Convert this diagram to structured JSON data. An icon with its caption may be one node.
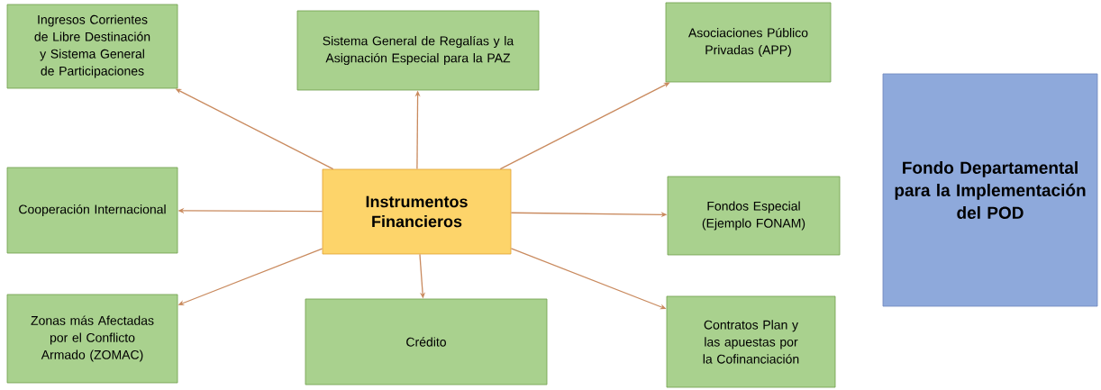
{
  "diagram": {
    "nodes": [
      {
        "text": [
          "Instrumentos Financieros"
        ]
      },
      {
        "text": [
          "Ingresos Corrientes de Libre Destinación y Sistema General de Participaciones"
        ]
      },
      {
        "text": [
          "Sistema General de Regalías y la Asignación Especial para la PAZ"
        ]
      },
      {
        "text": [
          "Asociaciones Público Privadas (APP)"
        ]
      },
      {
        "text": [
          "Cooperación Internacional"
        ]
      },
      {
        "text": [
          "Fondos Especial (Ejemplo FONAM)"
        ]
      },
      {
        "text": [
          "Zonas más Afectadas por el Conflicto Armado (ZOMAC)"
        ]
      },
      {
        "text": [
          "Crédito"
        ]
      },
      {
        "text": [
          "Contratos Plan y las apuestas por la Cofinanciación"
        ]
      },
      {
        "text": [
          "Fondo Departamental para la Implementación del POD"
        ]
      }
    ],
    "edges": [
      {
        "from": 0,
        "to": 1,
        "arrow": "to"
      },
      {
        "from": 0,
        "to": 2,
        "arrow": "to"
      },
      {
        "from": 0,
        "to": 3,
        "arrow": "to"
      },
      {
        "from": 0,
        "to": 4,
        "arrow": "to"
      },
      {
        "from": 0,
        "to": 5,
        "arrow": "to"
      },
      {
        "from": 0,
        "to": 6,
        "arrow": "to"
      },
      {
        "from": 0,
        "to": 7,
        "arrow": "to"
      },
      {
        "from": 0,
        "to": 8,
        "arrow": "to"
      }
    ]
  }
}
